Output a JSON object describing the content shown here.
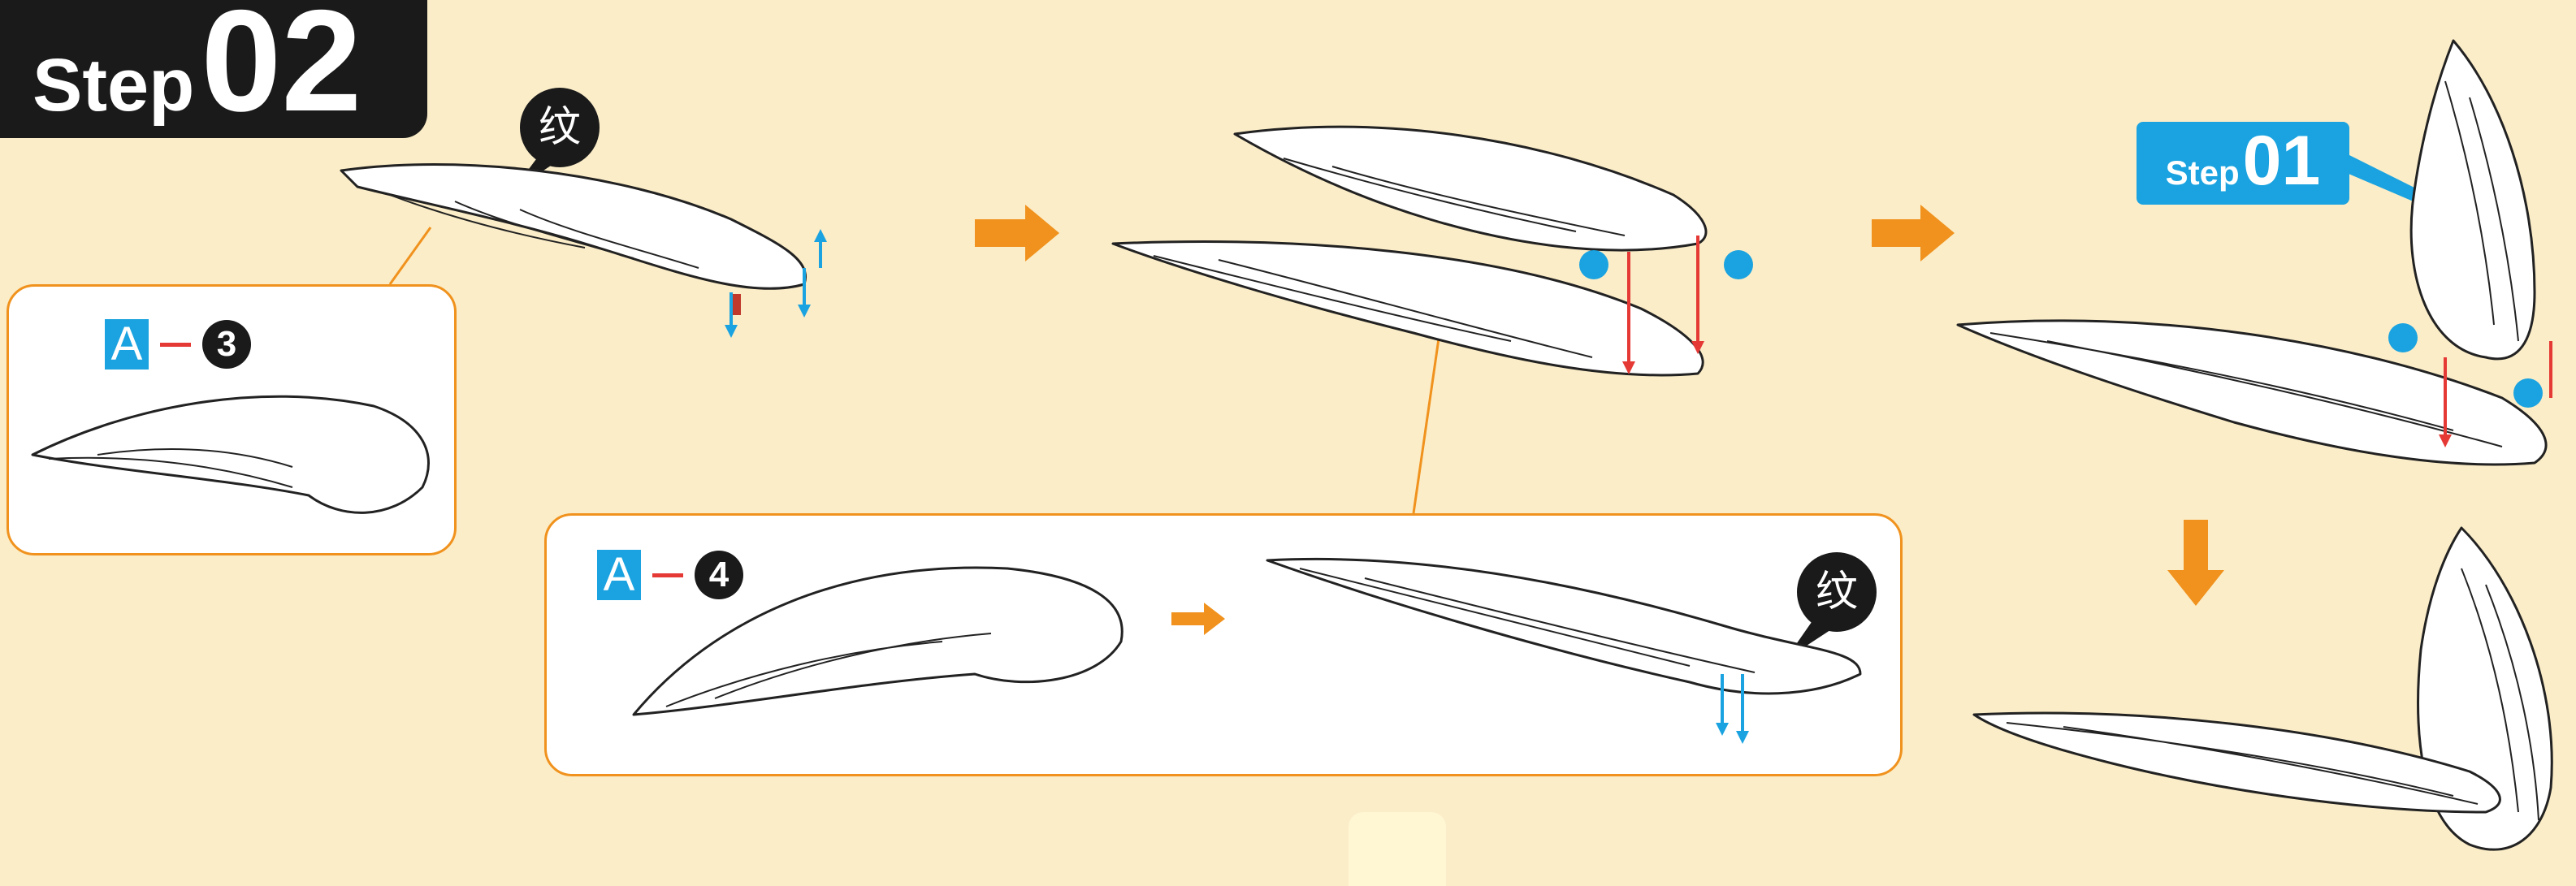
{
  "header": {
    "step_word": "Step",
    "step_number": "02"
  },
  "reference": {
    "step_word": "Step",
    "step_number": "01"
  },
  "part_a3": {
    "letter": "A",
    "number": "3"
  },
  "part_a4": {
    "letter": "A",
    "number": "4"
  },
  "marks": {
    "pattern_top": "纹",
    "pattern_panel": "纹"
  },
  "colors": {
    "accent_orange": "#f0921d",
    "accent_blue": "#1aa3e0",
    "arrow_red": "#e53935"
  }
}
